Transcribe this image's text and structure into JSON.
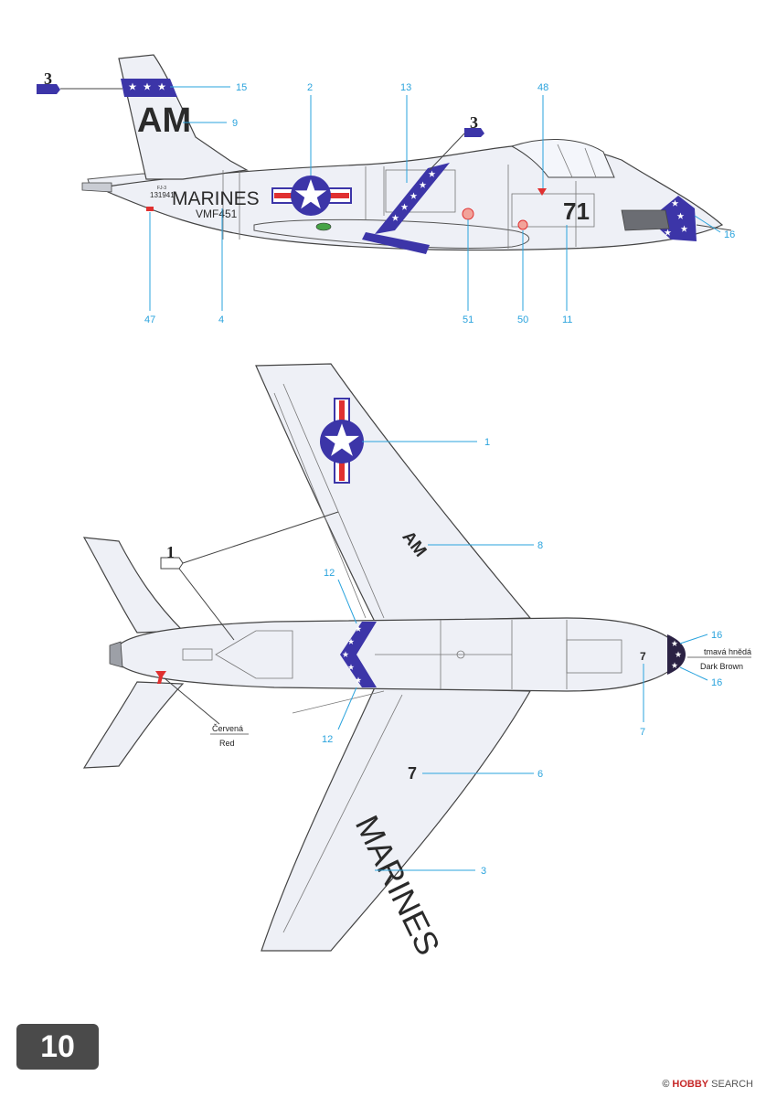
{
  "page": {
    "number": "10"
  },
  "colors": {
    "accent": "#3c35a8",
    "callout": "#2aa3dd",
    "red": "#e03030",
    "body": "#eef0f6"
  },
  "side_view": {
    "markings": {
      "tail_code": "AM",
      "service": "MARINES",
      "squadron": "VMF451",
      "serial_type": "FJ-3",
      "serial": "131941",
      "nose_number": "71"
    },
    "callouts": [
      "15",
      "9",
      "2",
      "13",
      "48",
      "16",
      "47",
      "4",
      "51",
      "50",
      "11"
    ],
    "decal_refs": [
      "3",
      "3"
    ]
  },
  "top_view": {
    "markings": {
      "wing_code": "AM",
      "wing_number": "7",
      "wing_service": "MARINES",
      "nose_number": "7"
    },
    "callouts": [
      "1",
      "8",
      "12",
      "12",
      "16",
      "16",
      "7",
      "6",
      "3"
    ],
    "decal_refs": [
      "1"
    ],
    "color_notes": {
      "red_cz": "Červená",
      "red_en": "Red",
      "brown_cz": "tmavá hnědá",
      "brown_en": "Dark Brown"
    }
  },
  "watermark": {
    "copy": "©",
    "brand_a": "HOBBY",
    "brand_b": "SEARCH"
  }
}
